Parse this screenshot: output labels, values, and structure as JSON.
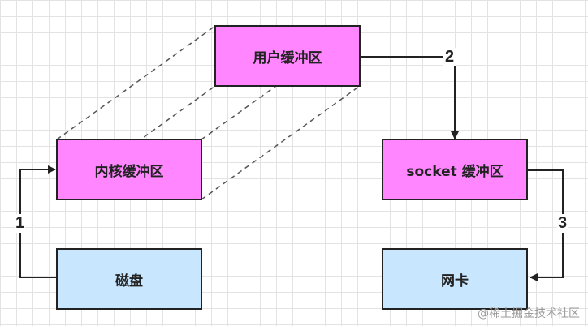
{
  "nodes": {
    "user_buffer": "用户缓冲区",
    "kernel_buffer": "内核缓冲区",
    "socket_buffer": "socket 缓冲区",
    "disk": "磁盘",
    "nic": "网卡"
  },
  "edge_labels": {
    "disk_to_kernel": "1",
    "user_to_socket": "2",
    "socket_to_nic": "3"
  },
  "watermark": "@稀土掘金技术社区",
  "colors": {
    "buffer_fill": "#ff86ff",
    "device_fill": "#c9e6ff",
    "line": "#222222",
    "dashed_line": "#555555"
  }
}
